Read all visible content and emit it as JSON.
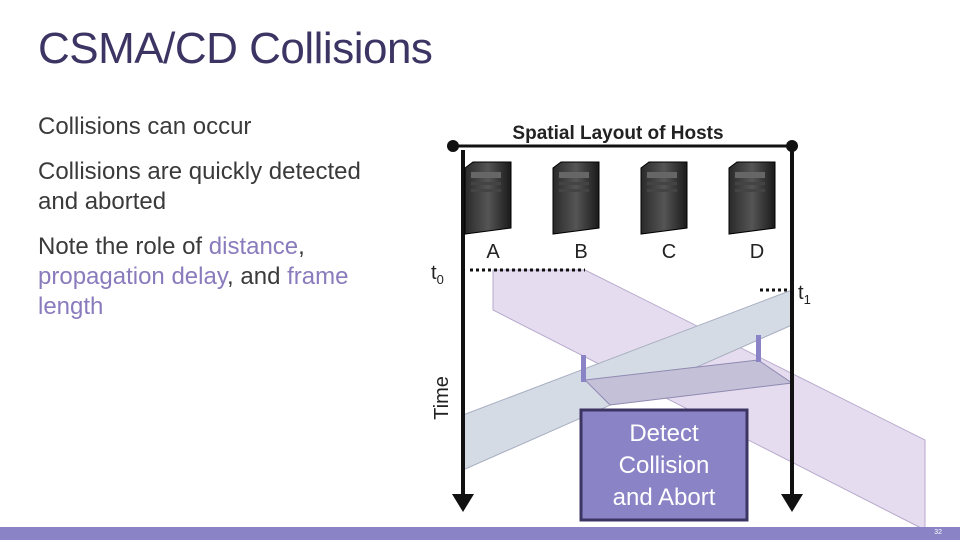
{
  "slide": {
    "title": "CSMA/CD Collisions",
    "bullets": [
      {
        "parts": [
          {
            "text": "Collisions can occur",
            "hl": false
          }
        ]
      },
      {
        "parts": [
          {
            "text": "Collisions are quickly detected and aborted",
            "hl": false
          }
        ]
      },
      {
        "parts": [
          {
            "text": "Note the role of ",
            "hl": false
          },
          {
            "text": "distance",
            "hl": true
          },
          {
            "text": ", ",
            "hl": false
          },
          {
            "text": "propagation delay",
            "hl": true
          },
          {
            "text": ", and ",
            "hl": false
          },
          {
            "text": "frame",
            "hl": true
          },
          {
            "text": " length",
            "hl": true
          }
        ]
      }
    ],
    "slide_number": "32"
  },
  "diagram": {
    "layout_title": "Spatial Layout of Hosts",
    "hosts": [
      "A",
      "B",
      "C",
      "D"
    ],
    "time_label": "Time",
    "t0": {
      "base": "t",
      "sub": "0"
    },
    "t1": {
      "base": "t",
      "sub": "1"
    },
    "callout": [
      "Detect",
      "Collision",
      "and Abort"
    ],
    "icon": "server-tower-icon",
    "colors": {
      "accent": "#8a84c6",
      "frame_b": "#e6dcef",
      "frame_d": "#d5dbe5",
      "overlap": "#c3c0d8",
      "callout_fill": "#8a84c6",
      "callout_border": "#3c3564"
    }
  }
}
